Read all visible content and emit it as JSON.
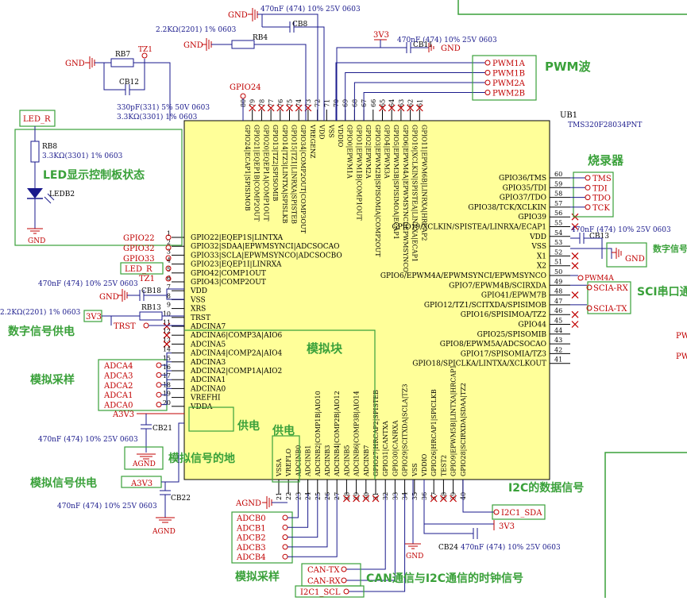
{
  "chip": {
    "ref": "UB1",
    "part": "TMS320F28034PNT",
    "body_color": "#ffff99",
    "top_pins": [
      {
        "num": "80",
        "name": "GPIO24|ECAP1|SPISIMOB",
        "nc": false
      },
      {
        "num": "79",
        "name": "GPIO21|EQEP1B|COMP2OUT",
        "nc": true
      },
      {
        "num": "78",
        "name": "GPIO20|EQEP1A|COMP1OUT",
        "nc": true
      },
      {
        "num": "77",
        "name": "GPIO13|TZ2|SPISOMIB",
        "nc": true
      },
      {
        "num": "76",
        "name": "GPIO14|TZ3|LINTXA|SPISLKB",
        "nc": true
      },
      {
        "num": "75",
        "name": "GPIO15|TZ1|LINRXA|SPISTEB",
        "nc": true
      },
      {
        "num": "74",
        "name": "GPIO34|COMP2OUT|COMP3OUT",
        "nc": true
      },
      {
        "num": "73",
        "name": "VREGENZ",
        "nc": true
      },
      {
        "num": "72",
        "name": "VDD",
        "nc": false
      },
      {
        "num": "71",
        "name": "VSS",
        "nc": false
      },
      {
        "num": "70",
        "name": "VDDIO",
        "nc": false
      },
      {
        "num": "69",
        "name": "GPIO0|EPWM1A",
        "nc": false
      },
      {
        "num": "68",
        "name": "GPIO1|EPWM1B|COMP1OUT",
        "nc": false
      },
      {
        "num": "67",
        "name": "GPIO2|EPWM2A",
        "nc": false
      },
      {
        "num": "66",
        "name": "GPIO3|EPWM2B|SPISOMIA|COMP2OUT",
        "nc": false
      },
      {
        "num": "65",
        "name": "GPIO4|EPWM3A",
        "nc": true
      },
      {
        "num": "64",
        "name": "GPIO5|EPWM3B|SPISIMOA|ECAP1",
        "nc": true
      },
      {
        "num": "63",
        "name": "GPIO6|EPWM4A|EPWMSYNCI|EPWMSYNCO",
        "nc": true
      },
      {
        "num": "62",
        "name": "GPIO19|XCLKIN|SPISTEA|LINRXA|ECAP1",
        "nc": true
      },
      {
        "num": "61",
        "name": "GPIO11|EPWM6B|LINRXA|HRCAP2",
        "nc": true
      }
    ],
    "left_pins": [
      {
        "num": "1",
        "name": "GPIO22|EQEP1S|LINTXA",
        "net": "GPIO22",
        "nc": false
      },
      {
        "num": "2",
        "name": "GPIO32|SDAA|EPWMSYNCI|ADCSOCAO",
        "net": "GPIO32",
        "nc": false
      },
      {
        "num": "3",
        "name": "GPIO33|SCLA|EPWMSYNCO|ADCSOCBO",
        "net": "GPIO33",
        "nc": false
      },
      {
        "num": "4",
        "name": "GPIO23|EQEP1I|LINRXA",
        "net": "LED_R",
        "nc": false
      },
      {
        "num": "5",
        "name": "GPIO42|COMP1OUT",
        "net": "TZ1",
        "nc": false
      },
      {
        "num": "6",
        "name": "GPIO43|COMP2OUT",
        "net": "",
        "nc": false
      },
      {
        "num": "7",
        "name": "VDD",
        "net": "",
        "nc": false
      },
      {
        "num": "8",
        "name": "VSS",
        "net": "",
        "nc": false
      },
      {
        "num": "9",
        "name": "XRS",
        "net": "",
        "nc": false
      },
      {
        "num": "10",
        "name": "TRST",
        "net": "TRST",
        "nc": false
      },
      {
        "num": "11",
        "name": "ADCINA7",
        "net": "",
        "nc": true
      },
      {
        "num": "12",
        "name": "ADCINA6|COMP3A|AIO6",
        "net": "",
        "nc": true
      },
      {
        "num": "13",
        "name": "ADCINA5",
        "net": "",
        "nc": true
      },
      {
        "num": "14",
        "name": "ADCINA4|COMP2A|AIO4",
        "net": "ADCA4",
        "nc": false
      },
      {
        "num": "15",
        "name": "ADCINA3",
        "net": "ADCA3",
        "nc": false
      },
      {
        "num": "16",
        "name": "ADCINA2|COMP1A|AIO2",
        "net": "ADCA2",
        "nc": false
      },
      {
        "num": "17",
        "name": "ADCINA1",
        "net": "ADCA1",
        "nc": false
      },
      {
        "num": "18",
        "name": "ADCINA0",
        "net": "ADCA0",
        "nc": false
      },
      {
        "num": "19",
        "name": "VREFHI",
        "net": "A3V3",
        "nc": false
      },
      {
        "num": "20",
        "name": "VDDA",
        "net": "",
        "nc": false
      }
    ],
    "right_pins": [
      {
        "num": "60",
        "name": "GPIO36/TMS",
        "net": "TMS",
        "nc": false
      },
      {
        "num": "59",
        "name": "GPIO35/TDI",
        "net": "TDI",
        "nc": false
      },
      {
        "num": "58",
        "name": "GPIO37/TDO",
        "net": "TDO",
        "nc": false
      },
      {
        "num": "57",
        "name": "GPIO38/TCK/XCLKIN",
        "net": "TCK",
        "nc": false
      },
      {
        "num": "56",
        "name": "GPIO39",
        "net": "",
        "nc": true
      },
      {
        "num": "55",
        "name": "GPIO19/XCLKIN/SPISTEA/LINRXA/ECAP1",
        "net": "",
        "nc": true
      },
      {
        "num": "54",
        "name": "VDD",
        "net": "",
        "nc": false
      },
      {
        "num": "53",
        "name": "VSS",
        "net": "",
        "nc": false
      },
      {
        "num": "52",
        "name": "X1",
        "net": "",
        "nc": true
      },
      {
        "num": "51",
        "name": "X2",
        "net": "",
        "nc": true
      },
      {
        "num": "50",
        "name": "GPIO6/EPWM4A/EPWMSYNCI/EPWMSYNCO",
        "net": "PWM4A",
        "nc": false
      },
      {
        "num": "49",
        "name": "GPIO7/EPWM4B/SCIRXDA",
        "net": "SCIA-RX",
        "nc": false
      },
      {
        "num": "48",
        "name": "GPIO41/EPWM7B",
        "net": "",
        "nc": true
      },
      {
        "num": "47",
        "name": "GPIO12/TZ1/SCITXDA/SPISIMOB",
        "net": "SCIA-TX",
        "nc": false
      },
      {
        "num": "46",
        "name": "GPIO16/SPISIMOA/TZ2",
        "net": "",
        "nc": true
      },
      {
        "num": "45",
        "name": "GPIO44",
        "net": "",
        "nc": true
      },
      {
        "num": "44",
        "name": "GPIO25/SPISOMIB",
        "net": "",
        "nc": false
      },
      {
        "num": "43",
        "name": "GPIO8/EPWM5A/ADCSOCAO",
        "net": "",
        "nc": false
      },
      {
        "num": "42",
        "name": "GPIO17/SPISOMIA/TZ3",
        "net": "",
        "nc": false
      },
      {
        "num": "41",
        "name": "GPIO18/SPICLKA/LINTXA/XCLKOUT",
        "net": "",
        "nc": false
      }
    ],
    "bottom_pins": [
      {
        "num": "21",
        "name": "VSSA",
        "nc": false
      },
      {
        "num": "22",
        "name": "VREFLO",
        "nc": false
      },
      {
        "num": "23",
        "name": "ADCINB0",
        "nc": false
      },
      {
        "num": "24",
        "name": "ADCINB1",
        "nc": false
      },
      {
        "num": "25",
        "name": "ADCINB2|COMP1B|AIO10",
        "nc": false
      },
      {
        "num": "26",
        "name": "ADCINB3",
        "nc": false
      },
      {
        "num": "27",
        "name": "ADCINB4|COMP2B|AIO12",
        "nc": false
      },
      {
        "num": "28",
        "name": "ADCINB5",
        "nc": true
      },
      {
        "num": "29",
        "name": "ADCINB6|COMP3B|AIO14",
        "nc": true
      },
      {
        "num": "30",
        "name": "ADCINB7",
        "nc": true
      },
      {
        "num": "31",
        "name": "GPIO27|HRCAP2|SPISTEB",
        "nc": true
      },
      {
        "num": "32",
        "name": "GPIO31|CANTXA",
        "nc": false
      },
      {
        "num": "33",
        "name": "GPIO30|CANRXA",
        "nc": false
      },
      {
        "num": "34",
        "name": "GPIO29|SCITXDA|SCLA|TZ3",
        "nc": false
      },
      {
        "num": "35",
        "name": "VSS",
        "nc": false
      },
      {
        "num": "36",
        "name": "VDDIO",
        "nc": false
      },
      {
        "num": "37",
        "name": "GPIO26|HRCAP1|SPICLKB",
        "nc": true
      },
      {
        "num": "38",
        "name": "TEST2",
        "nc": true
      },
      {
        "num": "39",
        "name": "GPIO9|EPWM5B|LINTXA|HRCAP1",
        "nc": true
      },
      {
        "num": "40",
        "name": "GPIO28|SCIRXDA|SDAA|TZ2",
        "nc": false
      }
    ]
  },
  "components": {
    "cb8": {
      "ref": "CB8",
      "value": "470nF (474) 10% 25V   0603"
    },
    "rb4": {
      "ref": "RB4",
      "value": "2.2KΩ(2201) 1% 0603"
    },
    "rb7": {
      "ref": "RB7"
    },
    "cb12": {
      "ref": "CB12",
      "value": "330pF(331) 5% 50V   0603"
    },
    "rb7_value": "3.3KΩ(3301) 1% 0603",
    "cb11": {
      "ref": "CB11",
      "value": "470nF (474) 10% 25V   0603"
    },
    "rb8": {
      "ref": "RB8",
      "value": "3.3KΩ(3301) 1% 0603"
    },
    "ledb2": {
      "ref": "LEDB2"
    },
    "cb18": {
      "ref": "CB18",
      "value": "470nF (474) 10% 25V   0603"
    },
    "rb13": {
      "ref": "RB13",
      "value": "2.2KΩ(2201) 1% 0603"
    },
    "cb21": {
      "ref": "CB21",
      "value": "470nF (474) 10% 25V   0603"
    },
    "cb22": {
      "ref": "CB22",
      "value": "470nF (474) 10% 25V   0603"
    },
    "cb13": {
      "ref": "CB13",
      "value": "470nF (474) 10% 25V   0603"
    },
    "cb24": {
      "ref": "CB24",
      "value": "470nF (474) 10% 25V   0603"
    }
  },
  "nets": {
    "gnd": "GND",
    "agnd": "AGND",
    "v3v3": "3V3",
    "a3v3": "A3V3",
    "tz1": "TZ1",
    "gpio24": "GPIO24",
    "led_r": "LED_R",
    "pwm": [
      "PWM1A",
      "PWM1B",
      "PWM2A",
      "PWM2B"
    ],
    "jtag": [
      "TMS",
      "TDI",
      "TDO",
      "TCK"
    ],
    "pwm4a": "PWM4A",
    "scia_rx": "SCIA-RX",
    "scia_tx": "SCIA-TX",
    "trst": "TRST",
    "adca": [
      "ADCA4",
      "ADCA3",
      "ADCA2",
      "ADCA1",
      "ADCA0"
    ],
    "adcb": [
      "ADCB0",
      "ADCB1",
      "ADCB2",
      "ADCB3",
      "ADCB4"
    ],
    "can": [
      "CAN-TX",
      "CAN-RX"
    ],
    "i2c_scl": "I2C1_SCL",
    "i2c_sda": "I2C1_SDA",
    "cut_pw": "PW"
  },
  "annotations": {
    "pwm_wave": "PWM波",
    "programmer": "烧录器",
    "led_status": "LED显示控制板状态",
    "digital_gnd": "数字信号的地",
    "sci": "SCI串口通信",
    "digital_power": "数字信号供电",
    "analog_block": "模拟块",
    "analog_sampling_a": "模拟采样",
    "power_1": "供电",
    "power_2": "供电",
    "analog_gnd": "模拟信号的地",
    "analog_power": "模拟信号供电",
    "i2c_data": "I2C的数据信号",
    "analog_sampling_b": "模拟采样",
    "can_i2c_clock": "CAN通信与I2C通信的时钟信号"
  }
}
